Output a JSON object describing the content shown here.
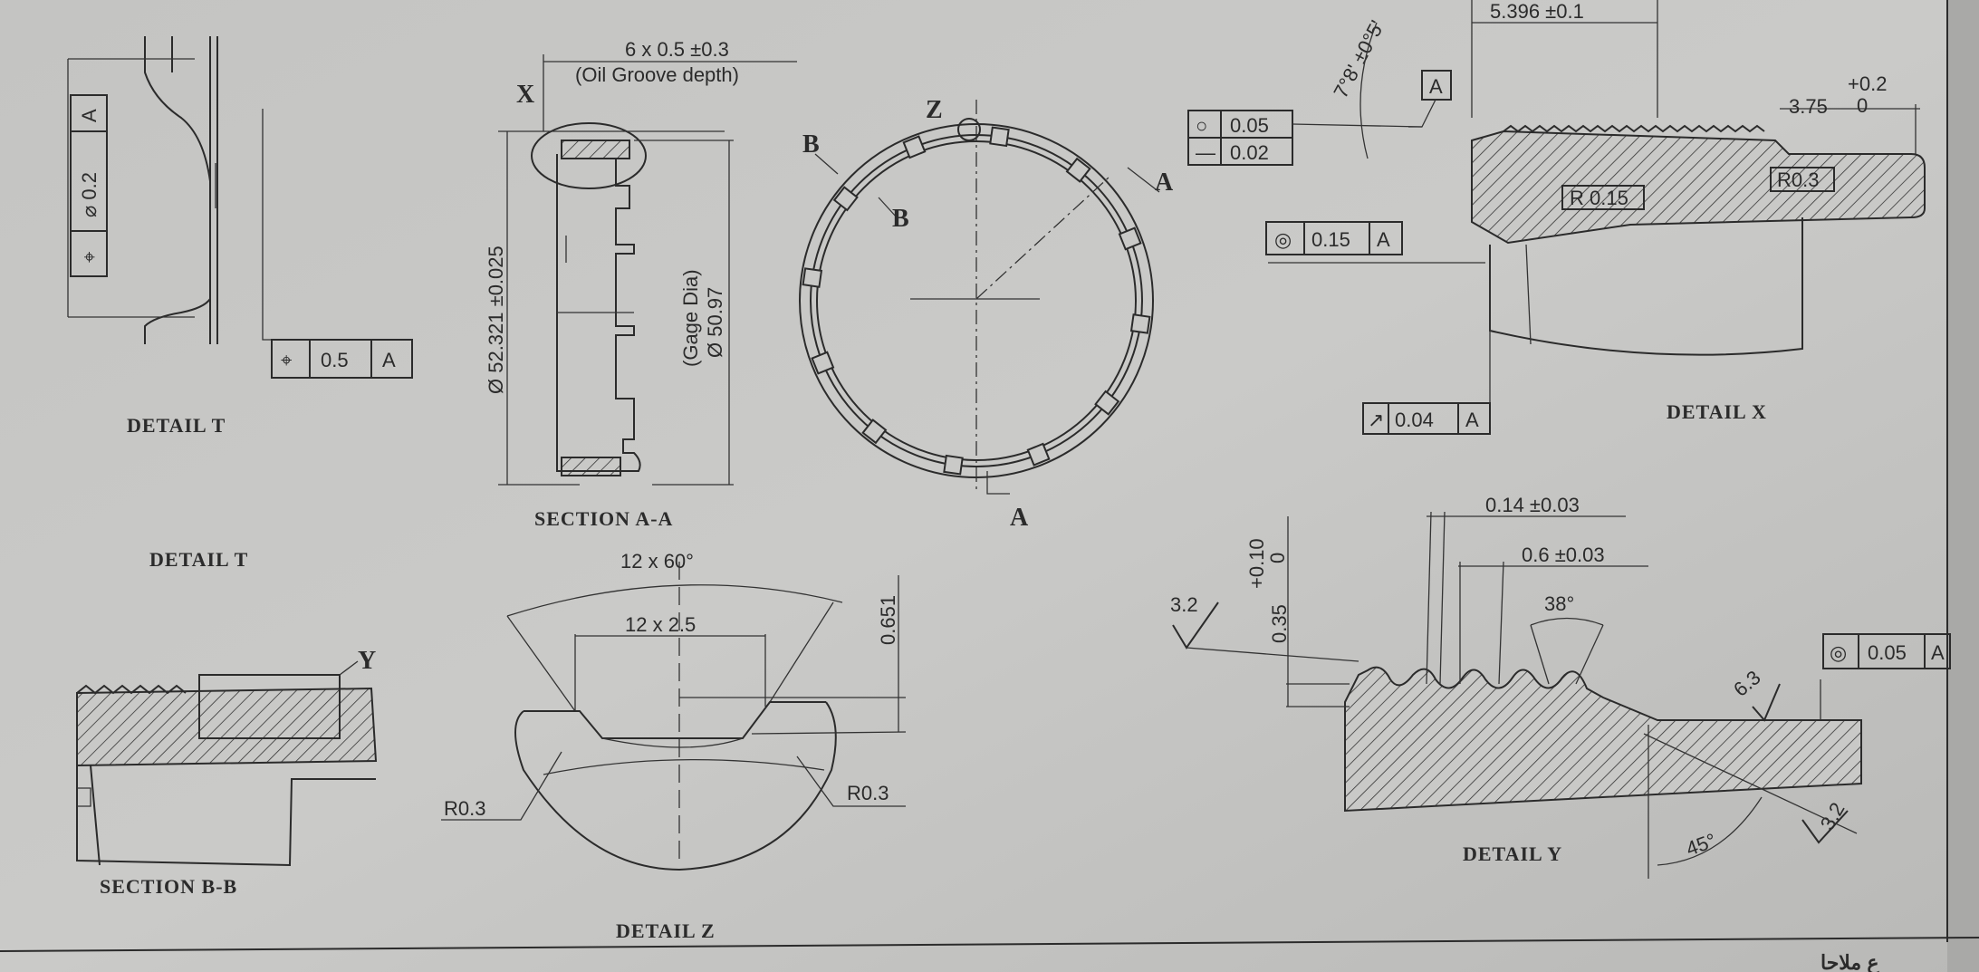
{
  "detail_t": {
    "title": "DETAIL T",
    "title_repeat": "DETAIL T",
    "fcf_vertical": [
      "⌖",
      "⌀ 0.2",
      "A"
    ],
    "fcf_bottom": [
      "⌖",
      "0.5",
      "A"
    ]
  },
  "section_aa": {
    "title": "SECTION A-A",
    "label_x": "X",
    "groove_dim": "6 x 0.5 ±0.3",
    "groove_note": "(Oil Groove depth)",
    "dia_dim": "Ø 52.321 ±0.025",
    "gage_dia": "(Gage Dia)",
    "gage_value": "Ø 50.97"
  },
  "main_view": {
    "label_z": "Z",
    "label_b1": "B",
    "label_b2": "B",
    "label_a1": "A",
    "label_a2": "A"
  },
  "detail_x": {
    "title": "DETAIL X",
    "angle_dim": "7°8' ±0°5'",
    "datum": "A",
    "len_dim": "5.396 ±0.1",
    "len2_dim": "3.75",
    "tol_upper": "+0.2",
    "tol_lower": "0",
    "radius1": "R 0.15",
    "radius2": "R0.3",
    "fcf_circ": [
      "○",
      "0.05"
    ],
    "fcf_flat": [
      "—",
      "0.02"
    ],
    "fcf_conc": [
      "◎",
      "0.15",
      "A"
    ],
    "fcf_runout": [
      "↗",
      "0.04",
      "A"
    ]
  },
  "section_bb": {
    "title": "SECTION B-B",
    "label_y": "Y"
  },
  "detail_z": {
    "title": "DETAIL Z",
    "angle_dim": "12 x 60°",
    "width_dim": "12 x 2.5",
    "height_dim": "0.651",
    "radius_l": "R0.3",
    "radius_r": "R0.3"
  },
  "detail_y": {
    "title": "DETAIL Y",
    "dim1": "0.14 ±0.03",
    "dim2": "0.6 ±0.03",
    "angle": "38°",
    "height_dim": "0.35",
    "tol_upper": "+0.10",
    "tol_lower": "0",
    "rough1": "3.2",
    "rough2": "6.3",
    "rough3": "3.2",
    "chamfer": "45°",
    "fcf_conc": [
      "◎",
      "0.05",
      "A"
    ]
  },
  "footer_text": "ع ملاحا"
}
